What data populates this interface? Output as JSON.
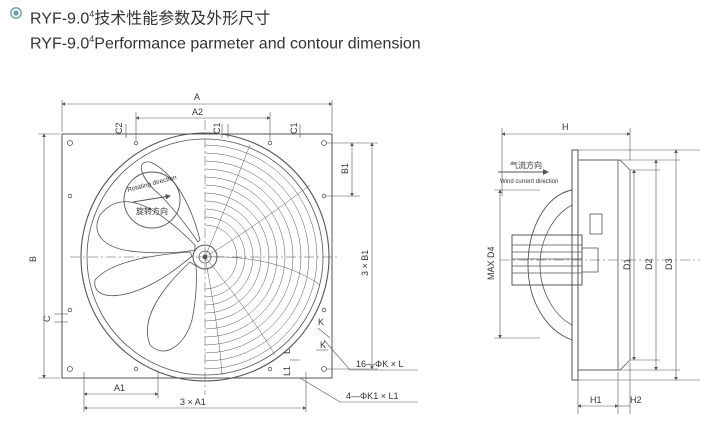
{
  "header": {
    "title_cn": "RYF-9.0",
    "title_cn_sup": "4",
    "title_cn_rest": "技术性能参数及外形尺寸",
    "title_en": "RYF-9.0",
    "title_en_sup": "4",
    "title_en_rest": "Performance parmeter and contour dimension"
  },
  "colors": {
    "line": "#555555",
    "text": "#333333",
    "bullet": "#6a9fb0"
  },
  "front_view": {
    "dim_A": "A",
    "dim_A2": "A2",
    "dim_B": "B",
    "dim_B1": "B1",
    "dim_3xB1": "3 × B1",
    "dim_C": "C",
    "dim_C1": "C1",
    "dim_C2": "C2",
    "dim_A1": "A1",
    "dim_3xA1": "3 × A1",
    "dim_K": "K",
    "dim_L": "L",
    "dim_L1": "L1",
    "hole_spec_1": "16—ΦK × L",
    "hole_spec_2": "4—ΦK1 × L1",
    "rotation_en": "Rotating direction",
    "rotation_cn": "旋转方向"
  },
  "side_view": {
    "dim_H": "H",
    "dim_H1": "H1",
    "dim_H2": "H2",
    "dim_D1": "D1",
    "dim_D2": "D2",
    "dim_D3": "D3",
    "dim_D4": "MAX D4",
    "wind_cn": "气流方向",
    "wind_en": "Wind current direction"
  }
}
